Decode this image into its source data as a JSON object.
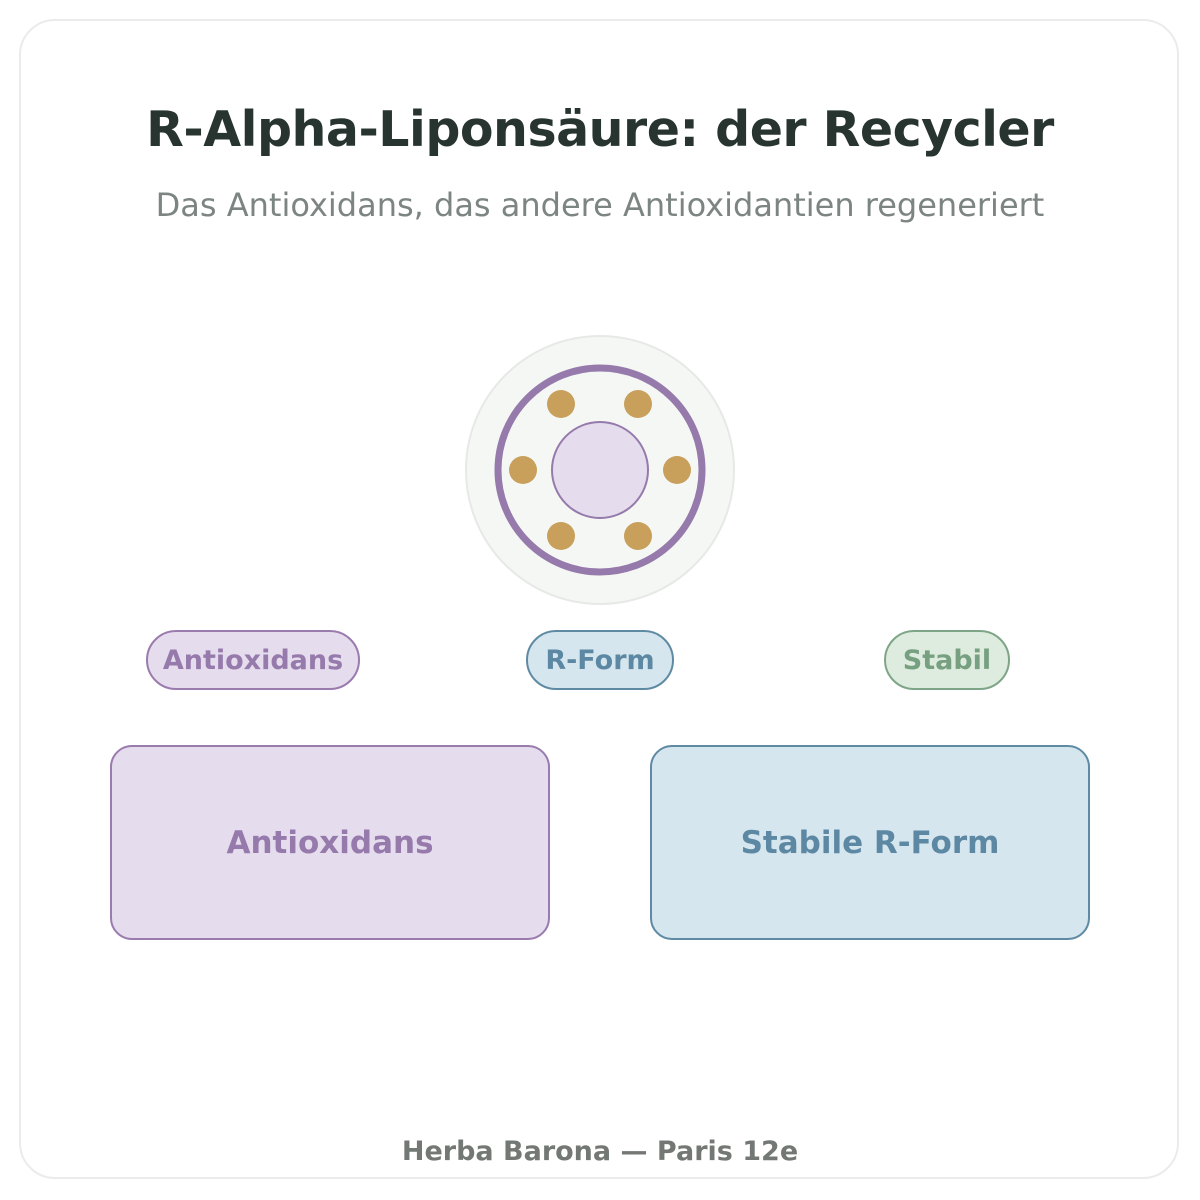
{
  "header": {
    "title": "R-Alpha-Liponsäure: der Recycler",
    "subtitle": "Das Antioxidans, das andere Antioxidantien regeneriert"
  },
  "emblem": {
    "icon": "molecule-ring-icon",
    "colors": {
      "halo": "#f5f7f5",
      "ring": "#957aab",
      "core": "#e5dced",
      "dots": "#c89f5b"
    }
  },
  "tags": [
    {
      "label": "Antioxidans",
      "color": "#957aab"
    },
    {
      "label": "R-Form",
      "color": "#5d88a3"
    },
    {
      "label": "Stabil",
      "color": "#76a07f"
    }
  ],
  "cards": [
    {
      "label": "Antioxidans",
      "color": "#957aab"
    },
    {
      "label": "Stabile R-Form",
      "color": "#5d88a3"
    }
  ],
  "footer": {
    "text": "Herba Barona — Paris 12e"
  }
}
